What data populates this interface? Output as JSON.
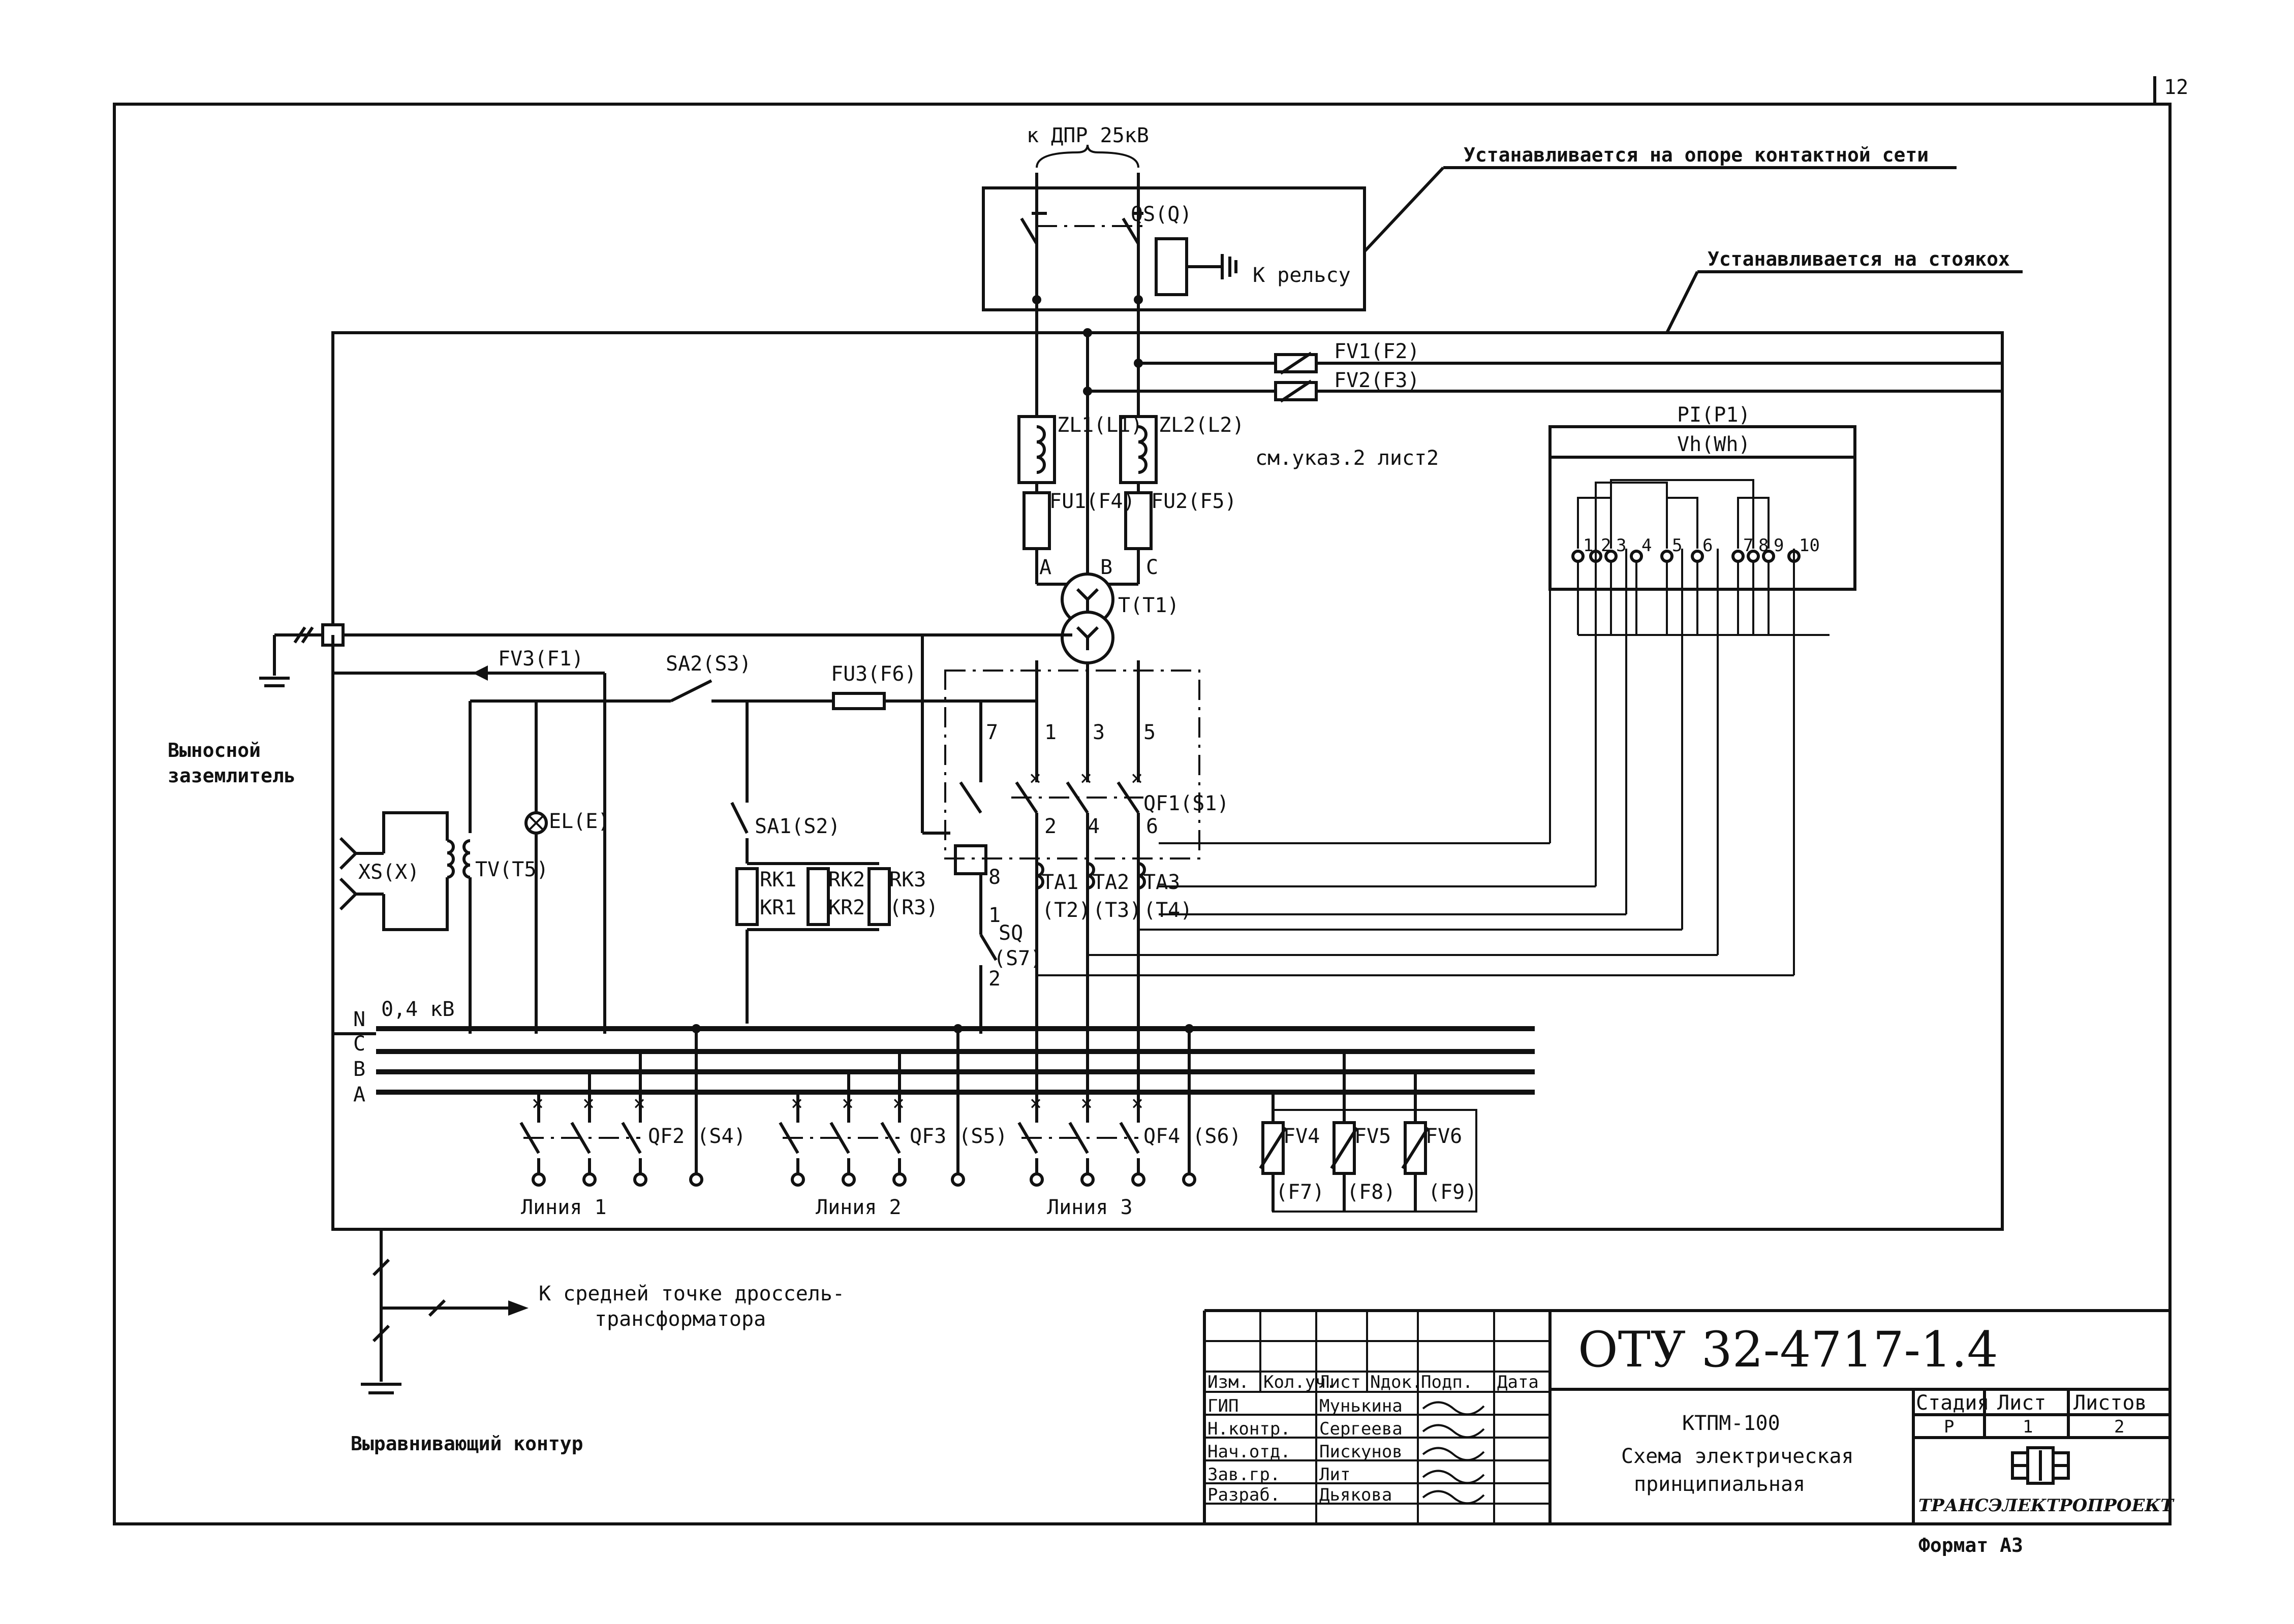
{
  "sheet": {
    "number": "12",
    "format": "Формат А3"
  },
  "labels": {
    "to_dpr": "к ДПР 25кВ",
    "installed_on_pole": "Устанавливается на опоре контактной сети",
    "installed_on_racks": "Устанавливается на стоякох",
    "qs": "QS(Q)",
    "to_rail": "К рельсу",
    "fv1": "FV1(F2)",
    "fv2": "FV2(F3)",
    "zl1": "ZL1(L1)",
    "zl2": "ZL2(L2)",
    "see_note": "см.указ.2 лист2",
    "fu1": "FU1(F4)",
    "fu2": "FU2(F5)",
    "phase_a": "A",
    "phase_b": "B",
    "phase_c": "C",
    "transformer": "T(T1)",
    "pi": "PI(P1)",
    "vh": "Vh(Wh)",
    "fv3": "FV3(F1)",
    "sa2": "SA2(S3)",
    "fu3": "FU3(F6)",
    "remote_ground_1": "Выносной",
    "remote_ground_2": "заземлитель",
    "n7": "7",
    "n1": "1",
    "n3": "3",
    "n5": "5",
    "qf1": "QF1(S1)",
    "sa1": "SA1(S2)",
    "el": "EL(E)",
    "xs": "XS(X)",
    "tv": "TV(T5)",
    "rk1a": "RK1",
    "rk1b": "KR1",
    "rk2a": "RK2",
    "rk2b": "KR2",
    "rk3a": "RK3",
    "rk3b": "(R3)",
    "n2": "2",
    "n4": "4",
    "n6": "6",
    "n8": "8",
    "ta1a": "TA1",
    "ta1b": "(T2)",
    "ta2a": "TA2",
    "ta2b": "(T3)",
    "ta3a": "TA3",
    "ta3b": "(T4)",
    "sq1": "1",
    "sq": "SQ",
    "sq2": "(S7)",
    "sq3": "2",
    "voltage": "0,4 кВ",
    "bus_n": "N",
    "bus_c": "C",
    "bus_b": "B",
    "bus_a": "A",
    "qf2": "QF2 (S4)",
    "qf3": "QF3 (S5)",
    "qf4": "QF4 (S6)",
    "fv4": "FV4",
    "fv5": "FV5",
    "fv6": "FV6",
    "f7": "(F7)",
    "f8": "(F8)",
    "f9": "(F9)",
    "line1": "Линия 1",
    "line2": "Линия 2",
    "line3": "Линия 3",
    "to_midpoint_1": "К средней точке дроссель-",
    "to_midpoint_2": "трансформатора",
    "equalizing": "Выравнивающий контур"
  },
  "meter_terminals": [
    "1",
    "2",
    "3",
    "4",
    "5",
    "6",
    "7",
    "8",
    "9",
    "10"
  ],
  "title_block": {
    "code": "ОТУ 32-4717-1.4",
    "headers": [
      "Изм.",
      "Кол.уч.",
      "Лист",
      "Nдок.",
      "Подп.",
      "Дата"
    ],
    "roles": [
      "ГИП",
      "Н.контр.",
      "Нач.отд.",
      "Зав.гр.",
      "Разраб."
    ],
    "names": [
      "Мунькина",
      "Сергеева",
      "Пискунов",
      "Лит",
      "Дьякова"
    ],
    "product": "КТПМ-100",
    "description_1": "Схема электрическая",
    "description_2": "принципиальная",
    "stage_header": "Стадия",
    "sheet_header": "Лист",
    "sheets_header": "Листов",
    "stage": "Р",
    "sheet_no": "1",
    "sheets_total": "2",
    "company": "ТРАНСЭЛЕКТРОПРОЕКТ"
  }
}
